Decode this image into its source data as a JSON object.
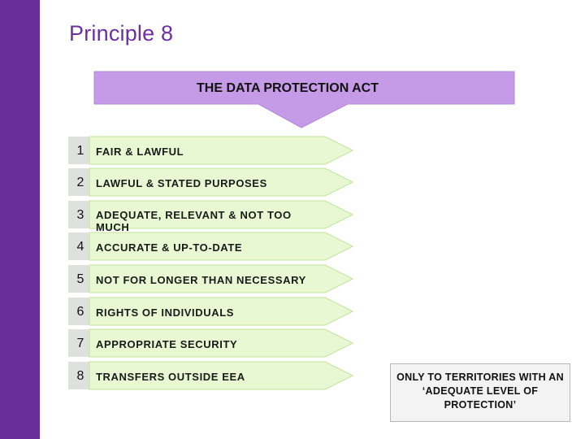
{
  "title": "Principle 8",
  "act": {
    "label": "THE DATA PROTECTION ACT"
  },
  "principles": [
    {
      "number": "1",
      "text": "FAIR & LAWFUL"
    },
    {
      "number": "2",
      "text": "LAWFUL & STATED PURPOSES"
    },
    {
      "number": "3",
      "text": "ADEQUATE, RELEVANT & NOT TOO MUCH"
    },
    {
      "number": "4",
      "text": "ACCURATE & UP-TO-DATE"
    },
    {
      "number": "5",
      "text": "NOT FOR LONGER THAN NECESSARY"
    },
    {
      "number": "6",
      "text": "RIGHTS OF INDIVIDUALS"
    },
    {
      "number": "7",
      "text": "APPROPRIATE SECURITY"
    },
    {
      "number": "8",
      "text": "TRANSFERS OUTSIDE EEA"
    }
  ],
  "note": {
    "text": "ONLY TO TERRITORIES WITH AN ‘ADEQUATE LEVEL OF PROTECTION’"
  },
  "colors": {
    "sidebar": "#6a2e9a",
    "title": "#6e2fa3",
    "act_fill": "#c59be8",
    "row_fill": "#e8f8d2",
    "row_edge": "#bfe59a",
    "number_cell": "#dfe2dc",
    "note_fill": "#f3f3f3"
  }
}
